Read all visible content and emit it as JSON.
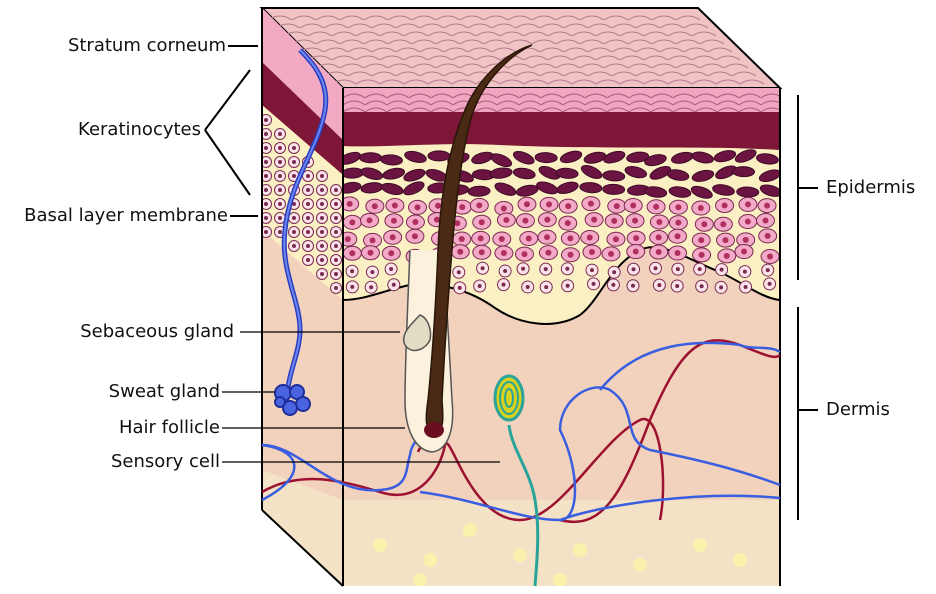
{
  "labels": {
    "stratum_corneum": "Stratum corneum",
    "keratinocytes": "Keratinocytes",
    "basal_layer_membrane": "Basal layer membrane",
    "sebaceous_gland": "Sebaceous gland",
    "sweat_gland": "Sweat gland",
    "hair_follicle": "Hair follicle",
    "sensory_cell": "Sensory cell",
    "epidermis": "Epidermis",
    "dermis": "Dermis"
  },
  "colors": {
    "skin_base": "#f5d5c0",
    "stratum_pink": "#f0a6c0",
    "keratin_dark": "#7a1035",
    "cell_cream": "#fdf3c6",
    "cell_pink": "#f3a9c8",
    "cell_dark": "#6b1442",
    "dermis": "#f2d2bd",
    "fat": "#f4e3c6",
    "hair": "#4a2a14",
    "artery": "#9c1030",
    "vein": "#3f5fd8",
    "sweat_gland": "#2a3fbf",
    "nerve": "#2aa39a",
    "sensory": "#d7d21e"
  }
}
